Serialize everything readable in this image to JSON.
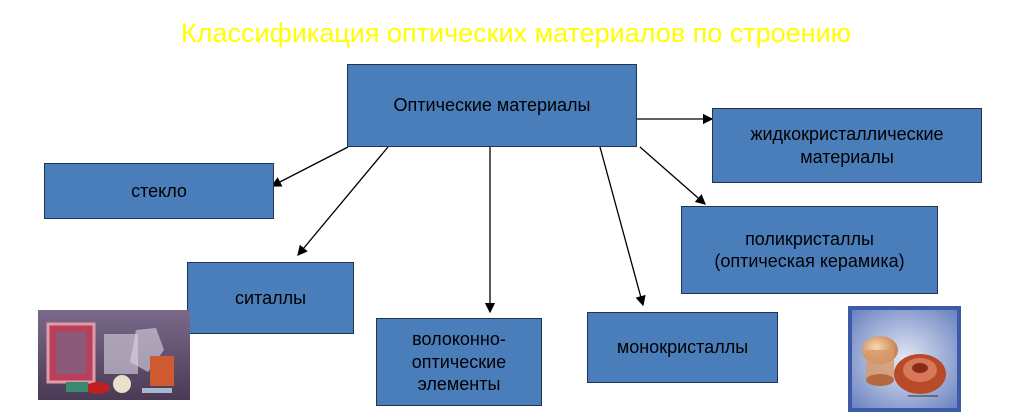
{
  "title": "Классификация оптических материалов по строению",
  "nodes": {
    "root": "Оптические материалы",
    "glass": "стекло",
    "sitall": "ситаллы",
    "fiber": "волоконно-\nоптические\nэлементы",
    "mono": "монокристаллы",
    "poly": "поликристаллы\n(оптическая керамика)",
    "liquid": "жидкокристаллические\nматериалы"
  },
  "colors": {
    "title": "#ffff00",
    "box_fill": "#4a7ebb",
    "box_border": "#1f3355"
  },
  "images": {
    "left": "glass-samples-photo",
    "right": "ceramic-samples-photo"
  }
}
